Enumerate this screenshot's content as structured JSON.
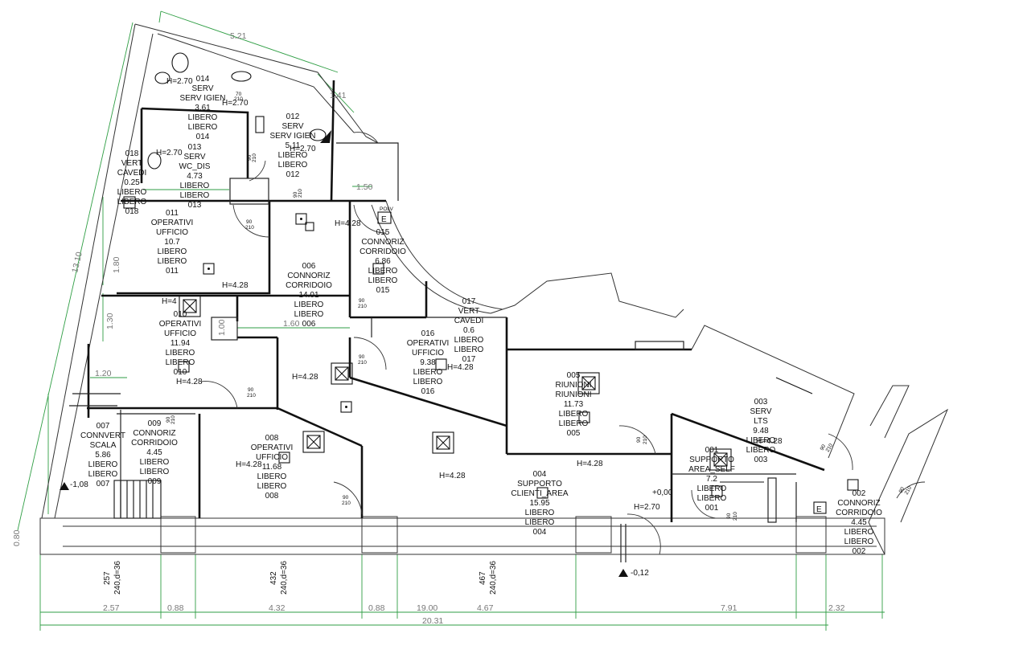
{
  "rooms": [
    {
      "id": "014",
      "lines": [
        "014",
        "SERV",
        "SERV IGIEN",
        "3.61",
        "LIBERO",
        "LIBERO",
        "014"
      ]
    },
    {
      "id": "012",
      "lines": [
        "012",
        "SERV",
        "SERV IGIEN",
        "5.11",
        "LIBERO",
        "LIBERO",
        "012"
      ]
    },
    {
      "id": "013",
      "lines": [
        "013",
        "SERV",
        "WC_DIS",
        "4.73",
        "LIBERO",
        "LIBERO",
        "013"
      ]
    },
    {
      "id": "018",
      "lines": [
        "018",
        "VERT",
        "CAVEDI",
        "0.25",
        "LIBERO",
        "LIBERO",
        "018"
      ]
    },
    {
      "id": "011",
      "lines": [
        "011",
        "OPERATIVI",
        "UFFICIO",
        "10.7",
        "LIBERO",
        "LIBERO",
        "011"
      ]
    },
    {
      "id": "015",
      "lines": [
        "015",
        "CONNORIZ",
        "CORRIDOIO",
        "6.86",
        "LIBERO",
        "LIBERO",
        "015"
      ]
    },
    {
      "id": "006",
      "lines": [
        "006",
        "CONNORIZ",
        "CORRIDOIO",
        "14.01",
        "LIBERO",
        "LIBERO",
        "006"
      ]
    },
    {
      "id": "010",
      "lines": [
        "010",
        "OPERATIVI",
        "UFFICIO",
        "11.94",
        "LIBERO",
        "LIBERO",
        "010"
      ]
    },
    {
      "id": "017",
      "lines": [
        "017",
        "VERT",
        "CAVEDI",
        "0.6",
        "LIBERO",
        "LIBERO",
        "017"
      ]
    },
    {
      "id": "016",
      "lines": [
        "016",
        "OPERATIVI",
        "UFFICIO",
        "9.38",
        "LIBERO",
        "LIBERO",
        "016"
      ]
    },
    {
      "id": "005",
      "lines": [
        "005",
        "RIUNIONI",
        "RIUNIONI",
        "11.73",
        "LIBERO",
        "LIBERO",
        "005"
      ]
    },
    {
      "id": "003",
      "lines": [
        "003",
        "SERV",
        "LTS",
        "9.48",
        "LIBERO",
        "LIBERO",
        "003"
      ]
    },
    {
      "id": "007",
      "lines": [
        "007",
        "CONNVERT",
        "SCALA",
        "5.86",
        "LIBERO",
        "LIBERO",
        "007"
      ]
    },
    {
      "id": "009",
      "lines": [
        "009",
        "CONNORIZ",
        "CORRIDOIO",
        "4.45",
        "LIBERO",
        "LIBERO",
        "009"
      ]
    },
    {
      "id": "008",
      "lines": [
        "008",
        "OPERATIVI",
        "UFFICIO",
        "11.68",
        "LIBERO",
        "LIBERO",
        "008"
      ]
    },
    {
      "id": "004",
      "lines": [
        "004",
        "SUPPORTO",
        "CLIENTI_AREA",
        "15.95",
        "LIBERO",
        "LIBERO",
        "004"
      ]
    },
    {
      "id": "001",
      "lines": [
        "001",
        "SUPPORTO",
        "AREA_SELF",
        "7.2",
        "LIBERO",
        "LIBERO",
        "001"
      ]
    },
    {
      "id": "002",
      "lines": [
        "002",
        "CONNORIZ",
        "CORRIDOIO",
        "4.45",
        "LIBERO",
        "LIBERO",
        "002"
      ]
    }
  ],
  "heights": {
    "h014": "H=2.70",
    "h014b": "H=2.70",
    "h012": "H=2.70",
    "h013": "H=2.70",
    "h011": "H=4.28",
    "h015": "H=4.28",
    "h006": "H=4.28",
    "h010a": "H=4",
    "h010": "H=4.28",
    "h016": "H=4.28",
    "h008": "H=4.28",
    "h004": "H=4.28",
    "h005": "H=4.28",
    "h001": "H=2.70",
    "h003": "H=4.28"
  },
  "levels": {
    "l007": "-1,08",
    "l001": "+0,00",
    "lext": "-0,12"
  },
  "dimensions": {
    "top": "5.21",
    "diag": "1.41",
    "left": "13.10",
    "d180a": "1.80",
    "d130": "1.30",
    "d120": "1.20",
    "d100": "1.00",
    "d160": "1.60",
    "d150": "1.50",
    "bottom_total": "20.31",
    "b257": "2.57",
    "b088a": "0.88",
    "b432": "4.32",
    "b088b": "0.88",
    "b1900": "19.00",
    "b467": "4.67",
    "b791": "7.91",
    "b232": "2.32",
    "left080": "0.80"
  },
  "windows": [
    {
      "width": "257",
      "spec": "240,d=36"
    },
    {
      "width": "432",
      "spec": "240,d=36"
    },
    {
      "width": "467",
      "spec": "240,d=36"
    }
  ],
  "doors": {
    "label": "90",
    "sub": "210"
  },
  "small_labels": {
    "polv": "POLV",
    "a70": "70",
    "a210": "210",
    "e": "E"
  }
}
